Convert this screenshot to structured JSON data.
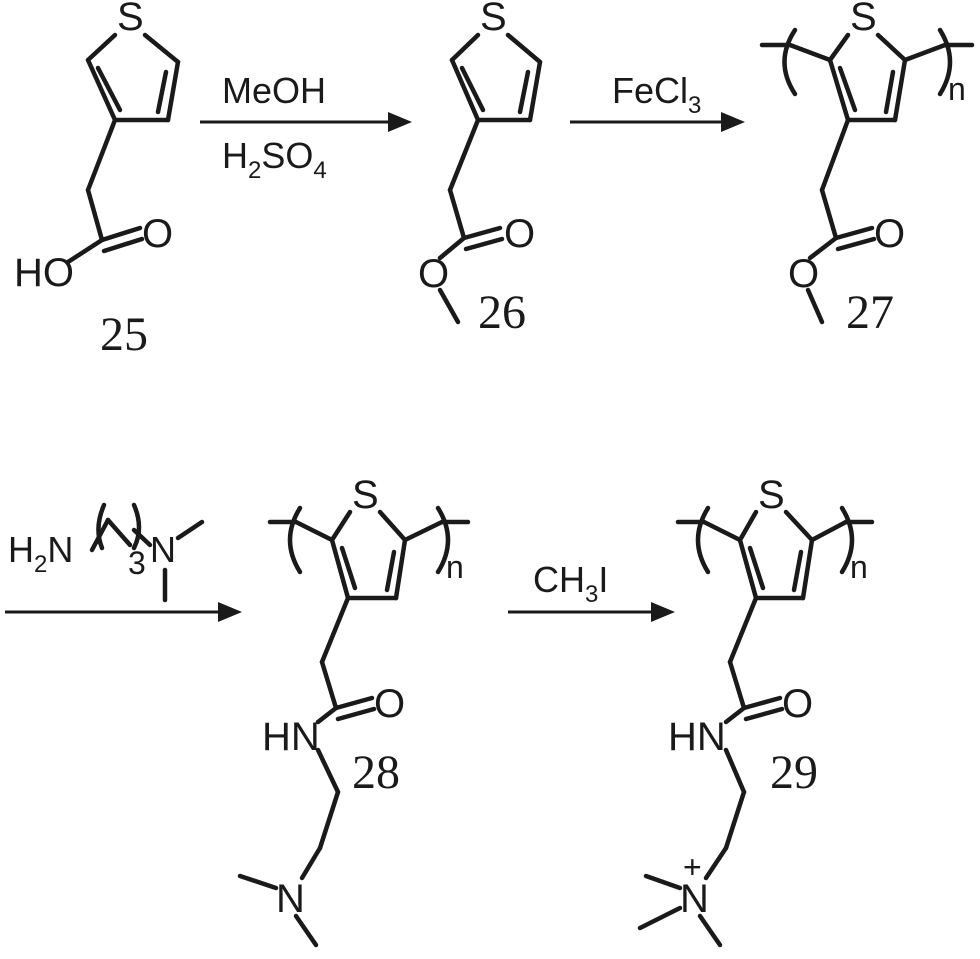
{
  "compounds": {
    "c25": {
      "number": "25",
      "atom_s": "S",
      "atom_o": "O",
      "atom_ho": "HO"
    },
    "c26": {
      "number": "26",
      "atom_s": "S",
      "atom_o1": "O",
      "atom_o2": "O"
    },
    "c27": {
      "number": "27",
      "atom_s": "S",
      "atom_o1": "O",
      "atom_o2": "O",
      "repeat": "n"
    },
    "c28": {
      "number": "28",
      "atom_s": "S",
      "atom_o": "O",
      "atom_hn": "HN",
      "atom_n": "N",
      "repeat": "n"
    },
    "c29": {
      "number": "29",
      "atom_s": "S",
      "atom_o": "O",
      "atom_hn": "HN",
      "atom_n": "N",
      "charge": "+",
      "repeat": "n"
    }
  },
  "reagents": {
    "step1": {
      "top": "MeOH",
      "bottom_h": "H",
      "bottom_h_sub": "2",
      "bottom_so": "SO",
      "bottom_so_sub": "4"
    },
    "step2": {
      "main": "FeCl",
      "sub": "3"
    },
    "step3": {
      "amine_h": "H",
      "amine_h_sub": "2",
      "amine_n": "N",
      "chain_sub": "3",
      "amine_n2": "N"
    },
    "step4": {
      "ch": "CH",
      "ch_sub": "3",
      "i": "I"
    }
  }
}
